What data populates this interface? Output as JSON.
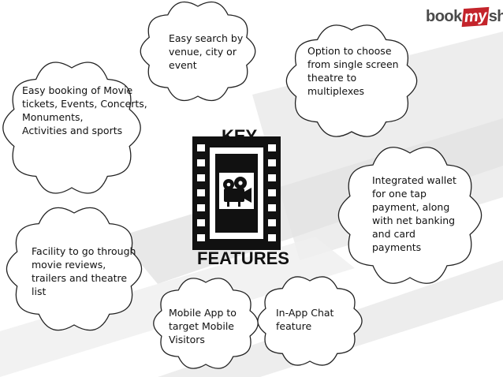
{
  "logo": {
    "part1": "book",
    "part2": "my",
    "part3": "show"
  },
  "center": {
    "top": "KEY",
    "bottom": "FEATURES"
  },
  "icons": {
    "filmstrip": "film-strip-icon",
    "camera": "movie-camera-icon"
  },
  "colors": {
    "logo_red": "#c4242b",
    "film": "#111111",
    "cloud_stroke": "#222222"
  },
  "features": [
    {
      "id": "easy-search",
      "lines": [
        "Easy search by",
        "venue, city or",
        "event"
      ]
    },
    {
      "id": "screen-choice",
      "lines": [
        "Option to choose",
        "from single screen",
        "theatre to",
        "multiplexes"
      ]
    },
    {
      "id": "easy-booking",
      "lines": [
        "Easy booking of Movie",
        "tickets, Events, Concerts,",
        "Monuments,",
        "Activities and sports"
      ]
    },
    {
      "id": "wallet",
      "lines": [
        "Integrated wallet",
        "for one tap",
        "payment, along",
        "with net banking",
        "and card",
        "payments"
      ]
    },
    {
      "id": "reviews",
      "lines": [
        "Facility to go through",
        "movie reviews,",
        "trailers and theatre",
        "list"
      ]
    },
    {
      "id": "mobile-app",
      "lines": [
        "Mobile App to",
        "target Mobile",
        "Visitors"
      ]
    },
    {
      "id": "chat",
      "lines": [
        "In-App Chat",
        "feature"
      ]
    }
  ]
}
